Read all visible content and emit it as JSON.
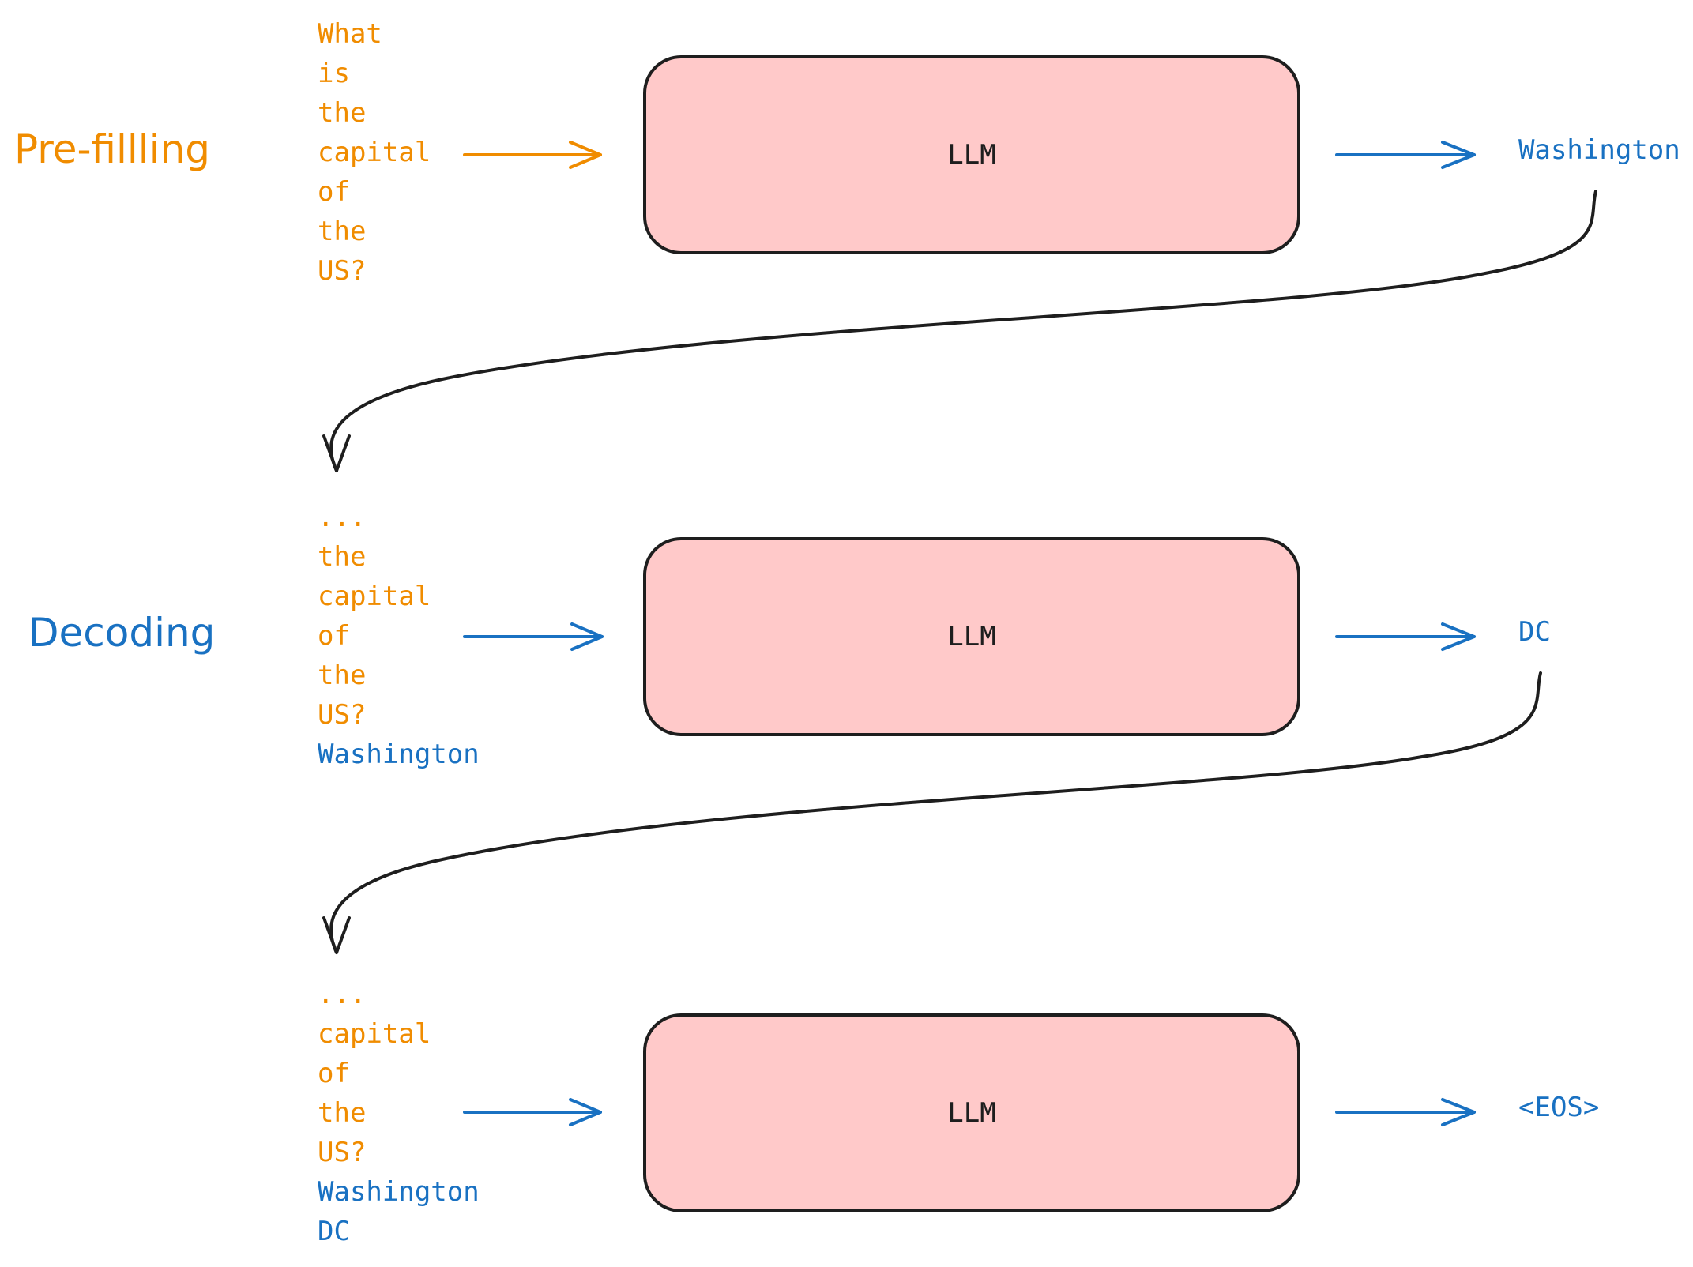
{
  "phases": {
    "prefill": "Pre-fillling",
    "decode": "Decoding"
  },
  "model_label": "LLM",
  "steps": [
    {
      "prompt_tokens": [
        "What",
        "is",
        "the",
        "capital",
        "of",
        "the",
        "US?"
      ],
      "generated_tokens": [],
      "output": "Washington",
      "input_arrow_color": "#f08c00"
    },
    {
      "prompt_tokens": [
        "...",
        "the",
        "capital",
        "of",
        "the",
        "US?"
      ],
      "generated_tokens": [
        "Washington"
      ],
      "output": "DC",
      "input_arrow_color": "#1971c2"
    },
    {
      "prompt_tokens": [
        "...",
        "capital",
        "of",
        "the",
        "US?"
      ],
      "generated_tokens": [
        "Washington",
        "DC"
      ],
      "output": "<EOS>",
      "input_arrow_color": "#1971c2"
    }
  ],
  "colors": {
    "prompt_text": "#f08c00",
    "generated_text": "#1971c2",
    "llm_fill": "#ffc9c9",
    "stroke": "#1e1e1e"
  }
}
